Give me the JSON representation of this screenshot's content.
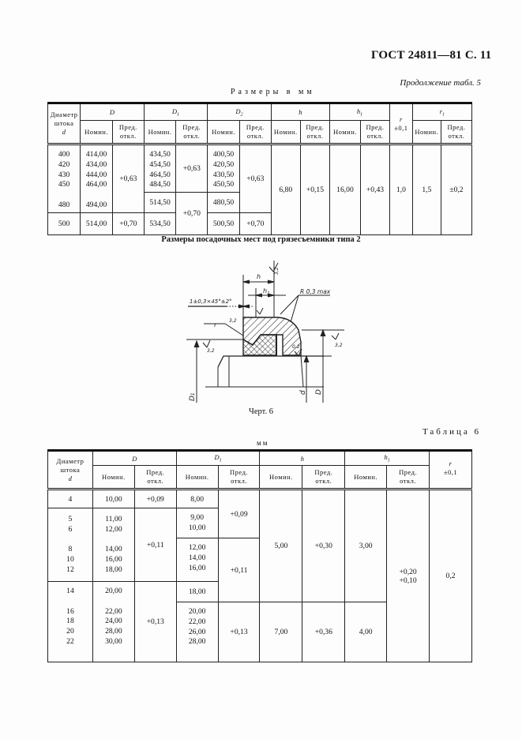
{
  "header": {
    "title": "ГОСТ 24811—81 С. 11",
    "continuation": "Продолжение табл. 5",
    "units_label": "Размеры в мм"
  },
  "table5": {
    "headers": {
      "diameter": [
        "Диаметр",
        "штока",
        "d"
      ],
      "D": "D",
      "D1": "D1",
      "D2": "D2",
      "h": "h",
      "h1": "h1",
      "r": [
        "r",
        "±0,1"
      ],
      "r1": "r1",
      "nom": "Номин.",
      "dev": [
        "Пред.",
        "откл."
      ]
    },
    "group1": {
      "d": [
        "400",
        "420",
        "430",
        "450"
      ],
      "D_nom": [
        "414,00",
        "434,00",
        "444,00",
        "464,00"
      ],
      "D1_nom": [
        "434,50",
        "454,50",
        "464,50",
        "484,50"
      ],
      "D2_nom": [
        "400,50",
        "420,50",
        "430,50",
        "450,50"
      ],
      "dev": "+0,63"
    },
    "row480": {
      "d": "480",
      "D_nom": "494,00",
      "D1_nom": "514,50",
      "D2_nom": "480,50"
    },
    "row500": {
      "d": "500",
      "D_nom": "514,00",
      "D_dev": "+0,70",
      "D1_nom": "534,50",
      "D1_dev": "+0,70",
      "D2_nom": "500,50",
      "D2_dev": "+0,70"
    },
    "shared": {
      "h_nom": "6,80",
      "h_dev": "+0,15",
      "h1_nom": "16,00",
      "h1_dev": "+0,43",
      "r": "1,0",
      "r1_nom": "1,5",
      "r1_dev": "±0,2"
    }
  },
  "figure": {
    "title": "Размеры посадочных мест под грязесъемники типа 2",
    "caption": "Черт. 6",
    "labels": {
      "h": "h",
      "h1": "h1",
      "chamfer": "1±0,3×45°±2°",
      "radius": "R 0,3 max",
      "r": "r",
      "rough1": "3,2",
      "rough2": "3,2",
      "rough3": "3,2",
      "rough4": "3,2",
      "rough5": "0,2",
      "D1": "D1",
      "d": "d",
      "D": "D"
    }
  },
  "table6": {
    "title": "Таблица 6",
    "units": "мм",
    "headers": {
      "diameter": [
        "Диаметр",
        "штока",
        "d"
      ],
      "D": "D",
      "D1": "D1",
      "h": "h",
      "h1": "h1",
      "r": [
        "r",
        "±0,1"
      ],
      "nom": "Номин.",
      "dev": [
        "Пред.",
        "откл."
      ]
    },
    "rows": [
      {
        "d": "4",
        "D": "10,00",
        "D1": "8,00"
      },
      {
        "d": "5",
        "D": "11,00",
        "D1": "9,00"
      },
      {
        "d": "6",
        "D": "12,00",
        "D1": "10,00"
      },
      {
        "d": "8",
        "D": "14,00",
        "D1": "12,00"
      },
      {
        "d": "10",
        "D": "16,00",
        "D1": "14,00"
      },
      {
        "d": "12",
        "D": "18,00",
        "D1": "16,00"
      },
      {
        "d": "14",
        "D": "20,00",
        "D1": "18,00"
      },
      {
        "d": "16",
        "D": "22,00",
        "D1": "20,00"
      },
      {
        "d": "18",
        "D": "24,00",
        "D1": "22,00"
      },
      {
        "d": "20",
        "D": "28,00",
        "D1": "26,00"
      },
      {
        "d": "22",
        "D": "30,00",
        "D1": "28,00"
      }
    ],
    "D_dev": [
      "+0,09",
      "+0,11",
      "+0,13"
    ],
    "D1_dev": [
      "+0,09",
      "+0,11",
      "+0,13"
    ],
    "h_nom": [
      "5,00",
      "7,00"
    ],
    "h_dev": [
      "+0,30",
      "+0,36"
    ],
    "h1_nom": [
      "3,00",
      "4,00"
    ],
    "h1_dev": [
      "+0,20",
      "+0,10"
    ],
    "r": "0,2"
  }
}
